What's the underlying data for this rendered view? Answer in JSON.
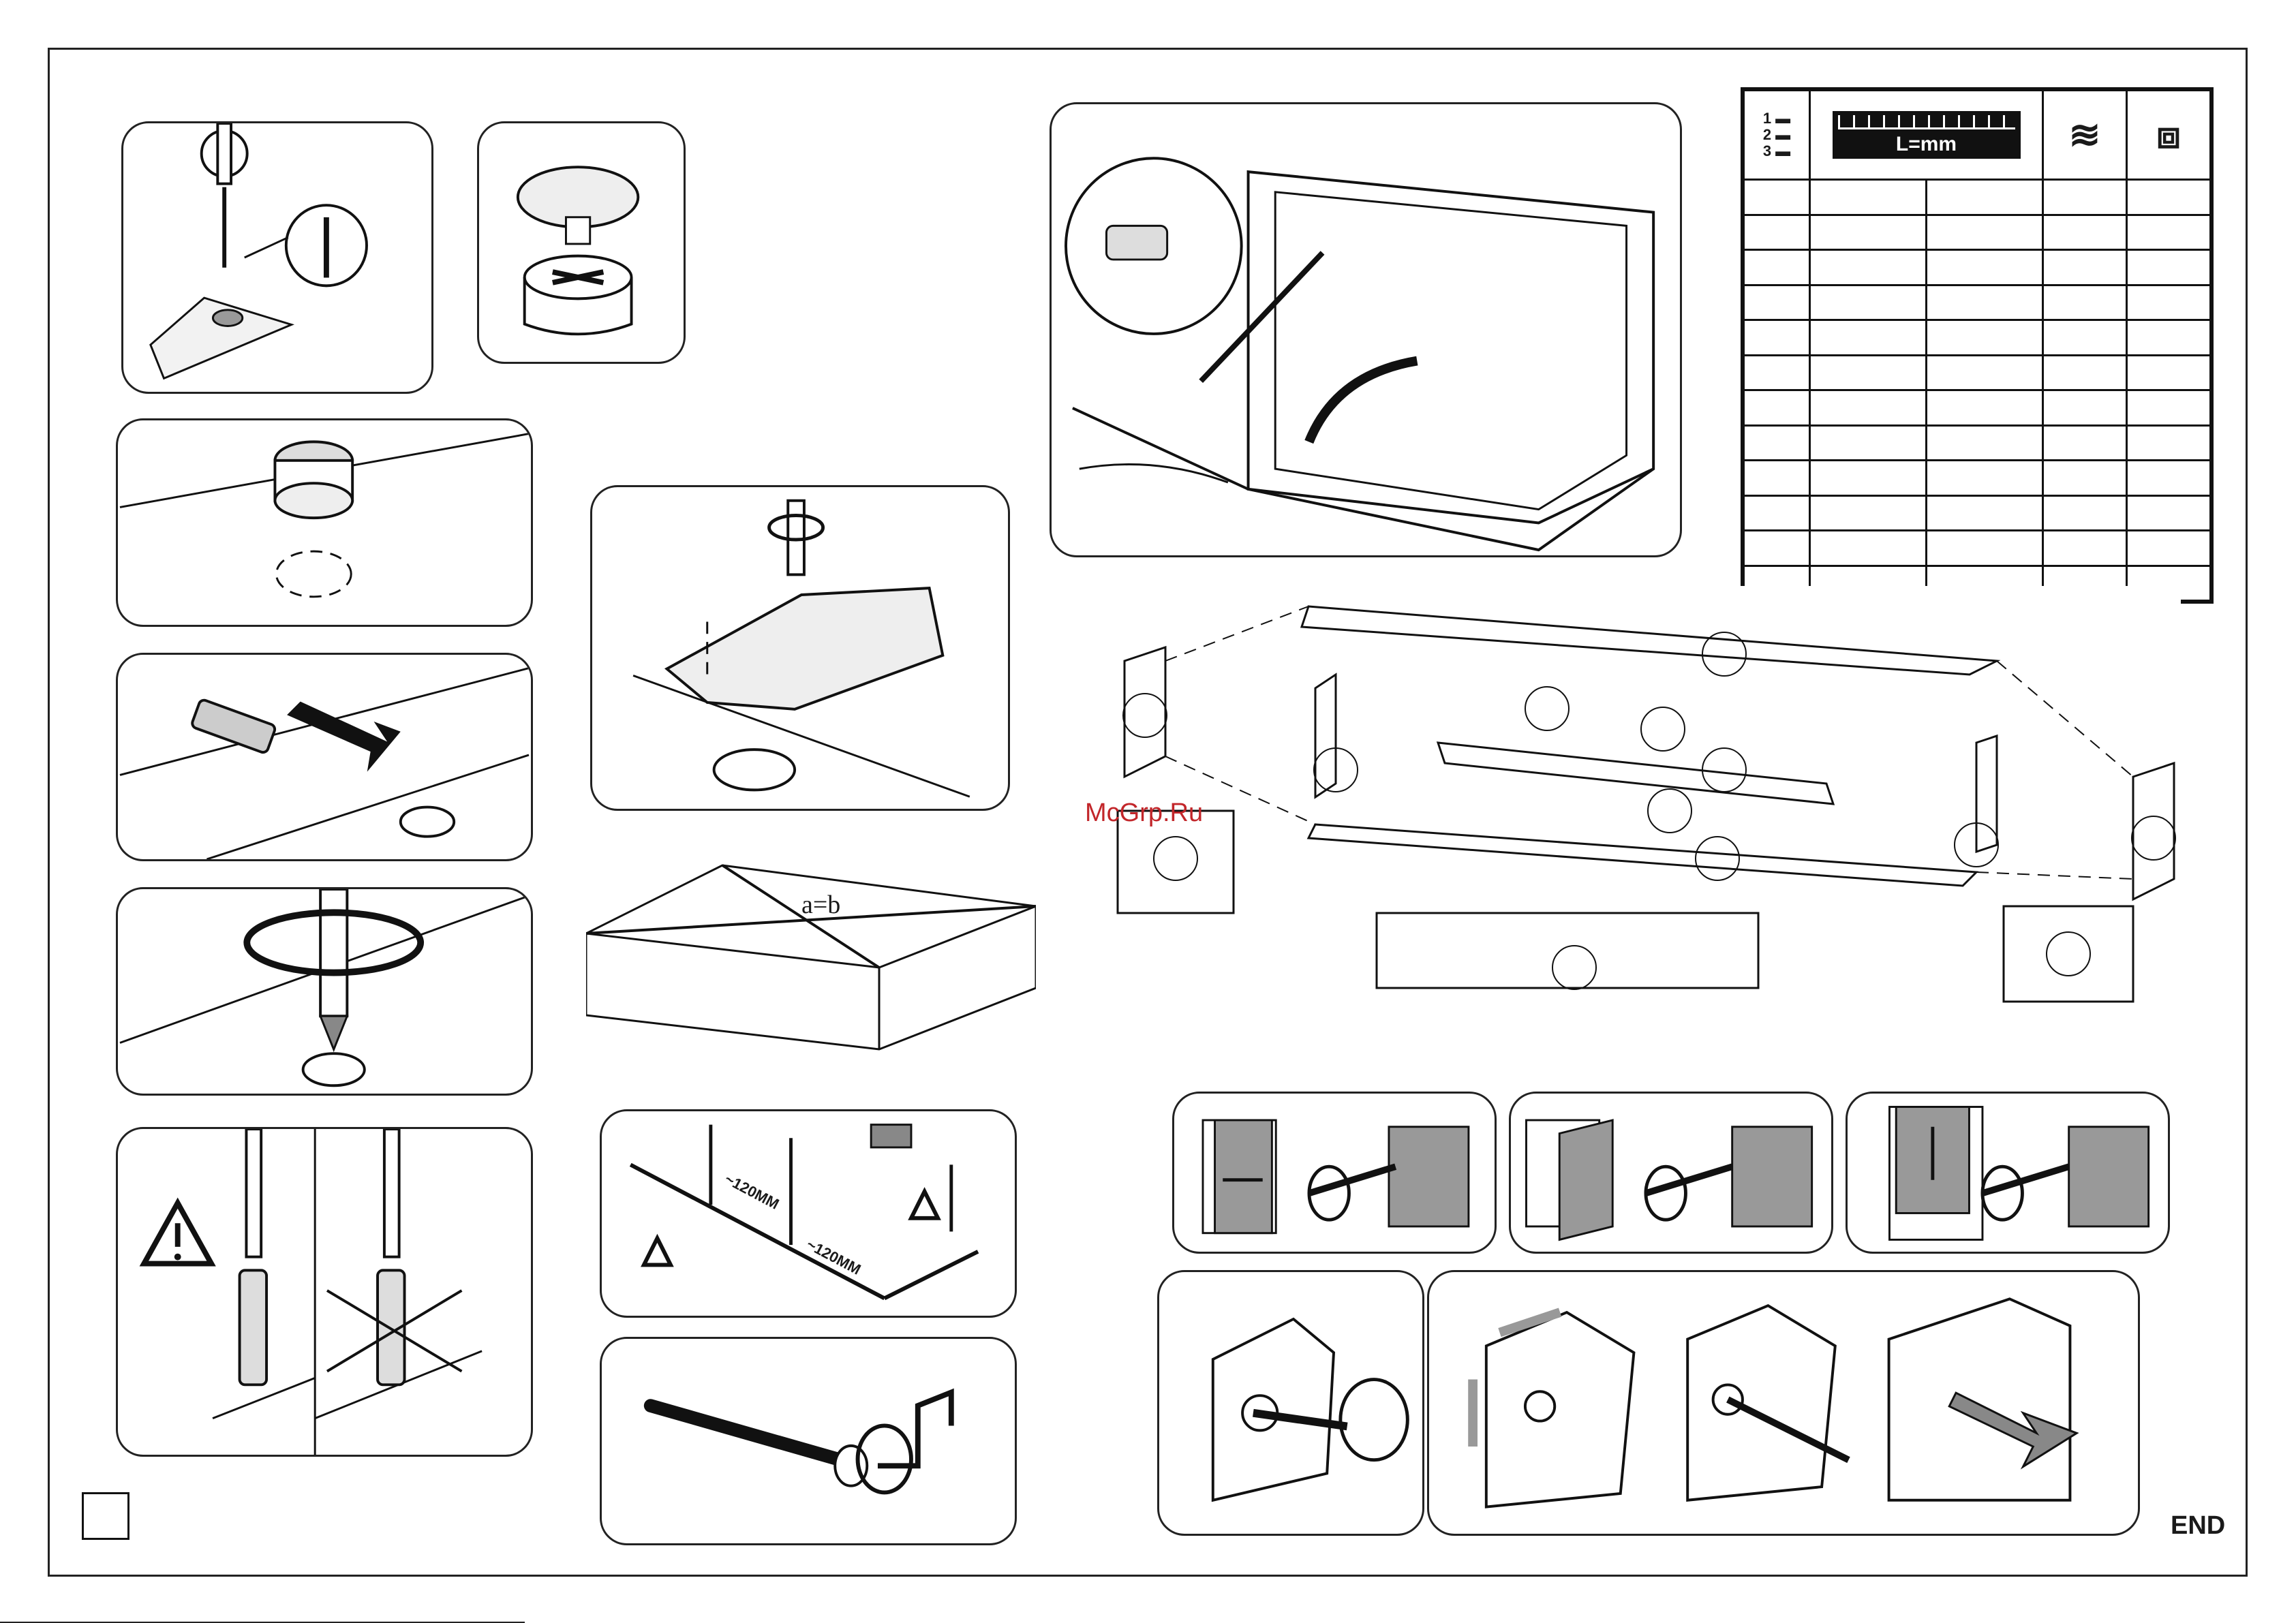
{
  "table": {
    "headers": {
      "ruler_label": "L=mm",
      "list_numbers": [
        "1",
        "2",
        "3"
      ]
    },
    "row_count": 12,
    "column_count": 5
  },
  "labels": {
    "diagonal": "a=b",
    "nail_spacing_1": "~120MM",
    "nail_spacing_2": "~120MM",
    "end": "END"
  },
  "watermark": "McGrp.Ru",
  "icons": {
    "list": "numbered-list-icon",
    "ruler": "ruler-icon",
    "layers": "stacked-layers-icon",
    "box": "parts-box-icon",
    "warning": "warning-triangle-icon"
  }
}
